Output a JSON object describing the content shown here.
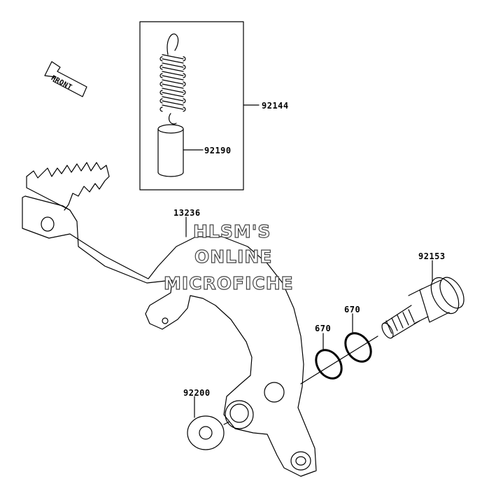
{
  "parts": {
    "spring_kit": "92144",
    "collar": "92190",
    "brake_pedal": "13236",
    "pivot_bolt": "92153",
    "o_ring_outer": "670",
    "o_ring_inner": "670",
    "washer": "92200"
  },
  "direction_marker": "FRONT",
  "watermark": {
    "line1": "HLSM'S",
    "line2": "ONLINE",
    "line3": "MICROFICHE"
  }
}
